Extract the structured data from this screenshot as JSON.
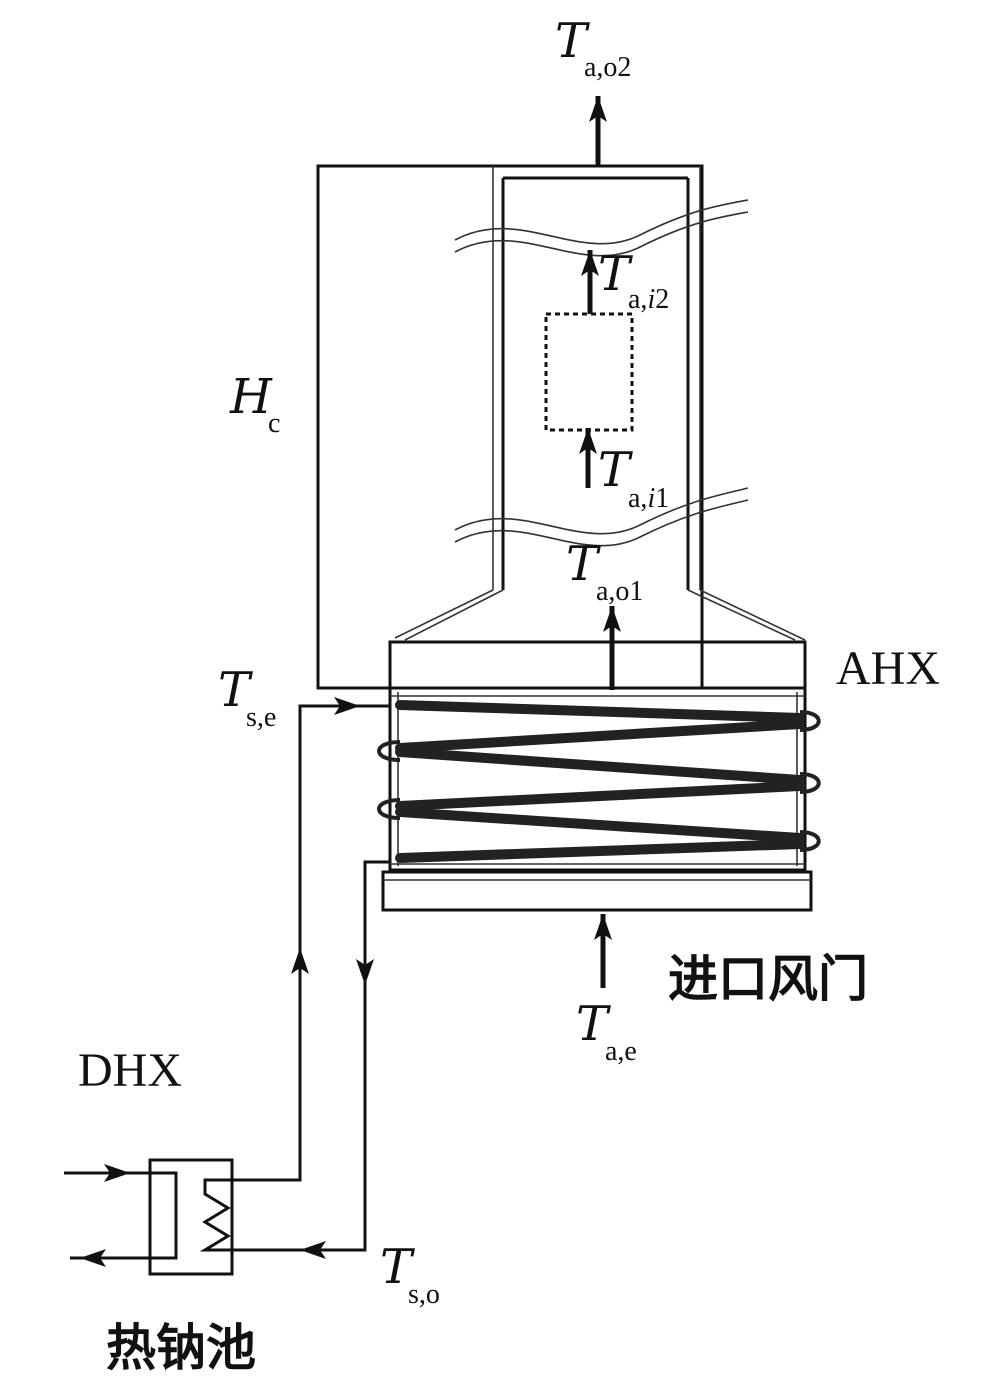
{
  "labels": {
    "t_a_o2": {
      "sym": "T",
      "sub": "a,o2"
    },
    "t_a_i2": {
      "sym": "T",
      "sub_pre": "a,",
      "sub_ital": "i",
      "sub_post": "2"
    },
    "t_a_i1": {
      "sym": "T",
      "sub_pre": "a,",
      "sub_ital": "i",
      "sub_post": "1"
    },
    "h_c": {
      "sym": "H",
      "sub": "c"
    },
    "t_a_o1": {
      "sym": "T",
      "sub": "a,o1"
    },
    "t_s_e": {
      "sym": "T",
      "sub": "s,e"
    },
    "t_a_e": {
      "sym": "T",
      "sub": "a,e"
    },
    "t_s_o": {
      "sym": "T",
      "sub": "s,o"
    },
    "ahx": "AHX",
    "dhx": "DHX",
    "inlet_damper": "进口风门",
    "hot_sodium_pool": "热钠池"
  },
  "icons": {
    "flow_arrow": "arrow-up-icon",
    "coil": "heat-exchanger-coil-icon",
    "break_mark": "wavy-break-line-icon"
  }
}
